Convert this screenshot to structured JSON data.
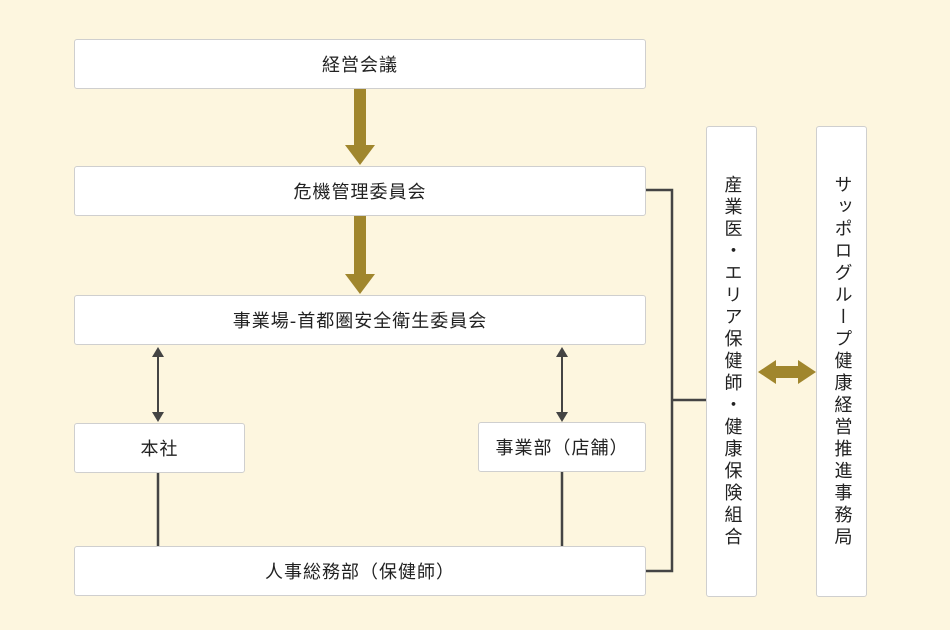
{
  "diagram": {
    "boxes": {
      "management_meeting": "経営会議",
      "crisis_committee": "危機管理委員会",
      "site_committee": "事業場-首都圏安全衛生委員会",
      "head_office": "本社",
      "business_division": "事業部（店舗）",
      "hr_department": "人事総務部（保健師）",
      "occupational_health": "産業医・エリア保健師・健康保険組合",
      "sapporo_office": "サッポログループ健康経営推進事務局"
    },
    "colors": {
      "background": "#fdf6df",
      "box_fill": "#ffffff",
      "box_border": "#cfcfcf",
      "flow_arrow": "#a0862d",
      "connector": "#444444"
    }
  }
}
